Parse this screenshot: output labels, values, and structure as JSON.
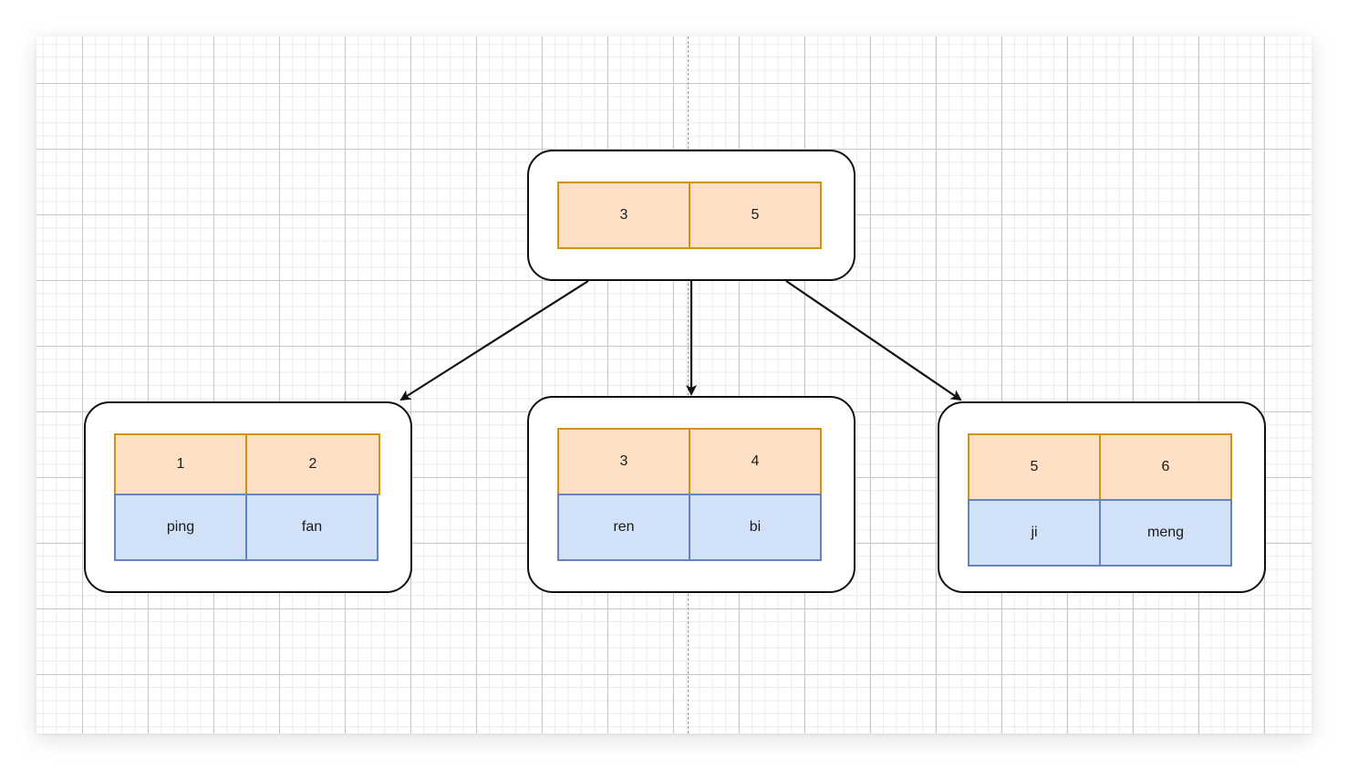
{
  "colors": {
    "key_fill": "#ffe0c4",
    "key_border": "#d6900f",
    "value_fill": "#d1e2f8",
    "value_border": "#6583bc",
    "node_border": "#111111",
    "edge": "#111111"
  },
  "root": {
    "keys": [
      "3",
      "5"
    ]
  },
  "leaves": [
    {
      "keys": [
        "1",
        "2"
      ],
      "values": [
        "ping",
        "fan"
      ]
    },
    {
      "keys": [
        "3",
        "4"
      ],
      "values": [
        "ren",
        "bi"
      ]
    },
    {
      "keys": [
        "5",
        "6"
      ],
      "values": [
        "ji",
        "meng"
      ]
    }
  ],
  "edges": [
    {
      "from": "root",
      "to": "leaf-1"
    },
    {
      "from": "root",
      "to": "leaf-2"
    },
    {
      "from": "root",
      "to": "leaf-3"
    }
  ]
}
